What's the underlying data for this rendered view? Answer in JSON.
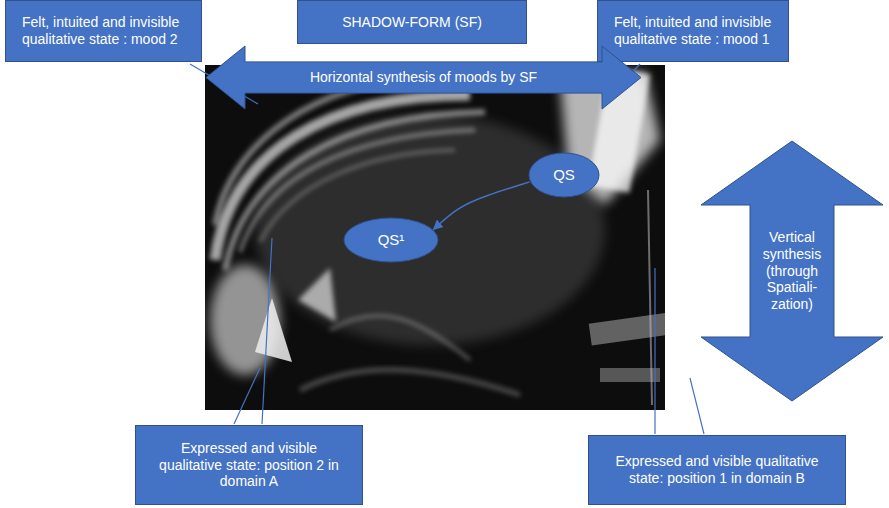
{
  "diagram": {
    "nodes": [
      {
        "text": [
          "Felt, intuited and invisible qualitative state : mood 2"
        ]
      },
      {
        "text": [
          "SHADOW-FORM (SF)"
        ]
      },
      {
        "text": [
          "Felt, intuited and invisible qualitative state : mood 1"
        ]
      },
      {
        "text": [
          "Horizontal synthesis of moods by SF"
        ]
      },
      {
        "text": [
          "QS"
        ]
      },
      {
        "text": [
          "QS¹"
        ]
      },
      {
        "text": [
          "Vertical synthesis (through Spatiali- zation)"
        ]
      },
      {
        "text": [
          "Expressed and visible qualitative state: position 2 in domain A"
        ]
      },
      {
        "text": [
          "Expressed and visible qualitative state: position 1 in domain B"
        ]
      }
    ],
    "edges": [
      {
        "from": 4,
        "to": 5,
        "arrow": "to"
      }
    ]
  }
}
